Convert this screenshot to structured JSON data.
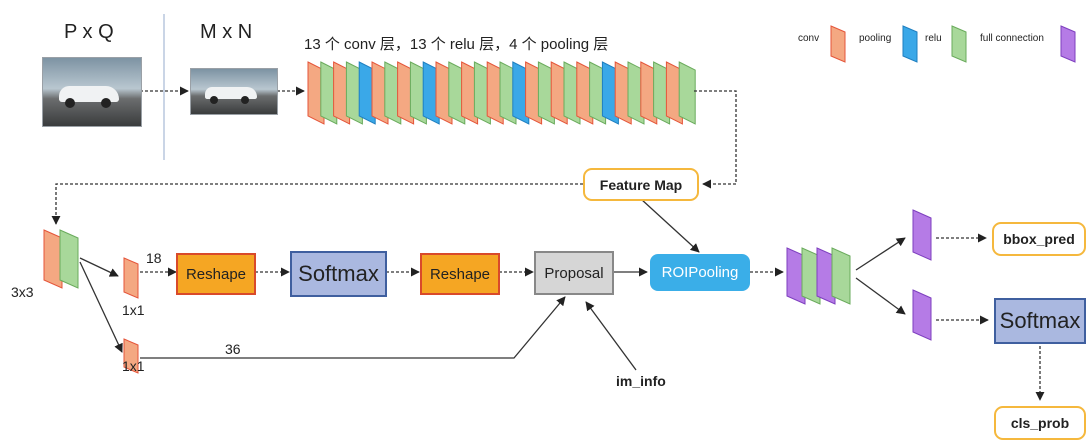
{
  "headers": {
    "input_size": "P x Q",
    "resized_size": "M x N"
  },
  "backbone_note": "13 个 conv 层，13 个 relu 层，4 个 pooling 层",
  "legend": [
    {
      "label": "conv",
      "color": "#f4a882",
      "border": "#e5553a"
    },
    {
      "label": "pooling",
      "color": "#3aa8e8",
      "border": "#1f7fc0"
    },
    {
      "label": "relu",
      "color": "#a8d89a",
      "border": "#6aab5c"
    },
    {
      "label": "full connection",
      "color": "#b57be6",
      "border": "#7e3fbf"
    }
  ],
  "backbone_sequence": [
    "conv",
    "relu",
    "conv",
    "relu",
    "pooling",
    "conv",
    "relu",
    "conv",
    "relu",
    "pooling",
    "conv",
    "relu",
    "conv",
    "relu",
    "conv",
    "relu",
    "pooling",
    "conv",
    "relu",
    "conv",
    "relu",
    "conv",
    "relu",
    "pooling",
    "conv",
    "relu",
    "conv",
    "relu",
    "conv",
    "relu"
  ],
  "nodes": {
    "feature_map": "Feature Map",
    "reshape_1": "Reshape",
    "softmax_1": "Softmax",
    "reshape_2": "Reshape",
    "proposal": "Proposal",
    "roi_pooling": "ROIPooling",
    "bbox_pred": "bbox_pred",
    "softmax_2": "Softmax",
    "cls_prob": "cls_prob",
    "im_info": "im_info"
  },
  "labels": {
    "conv_3x3": "3x3",
    "conv_1x1_top": "1x1",
    "conv_1x1_bottom": "1x1",
    "channels_top": "18",
    "channels_bottom": "36"
  },
  "colors": {
    "conv": "#f4a882",
    "pooling": "#3aa8e8",
    "relu": "#a8d89a",
    "fc": "#b57be6",
    "reshape": "#f5a623",
    "softmax": "#aab8e0",
    "proposal": "#d6d6d6",
    "roi": "#3aaee8",
    "output_border": "#f5b83d"
  }
}
